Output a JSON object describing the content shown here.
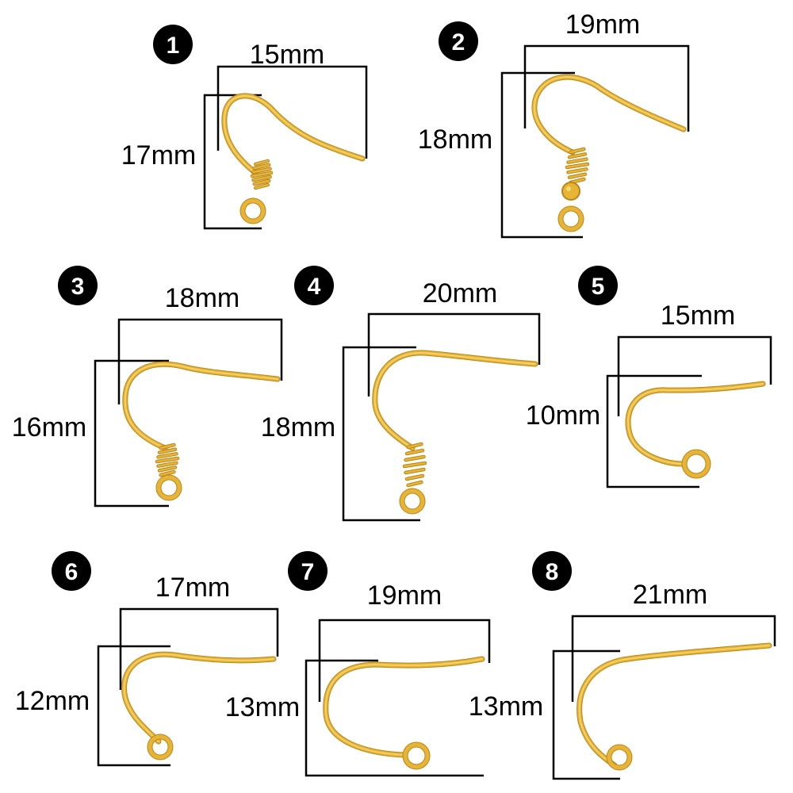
{
  "colors": {
    "background": "#ffffff",
    "gold": "#e7b435",
    "gold_dark": "#b7861c",
    "gold_light": "#f6d774",
    "ink": "#000000"
  },
  "hooks": [
    {
      "number": "1",
      "width": "15mm",
      "height": "17mm",
      "style": "coil-loop"
    },
    {
      "number": "2",
      "width": "19mm",
      "height": "18mm",
      "style": "coil-ball-loop"
    },
    {
      "number": "3",
      "width": "18mm",
      "height": "16mm",
      "style": "coil-loop"
    },
    {
      "number": "4",
      "width": "20mm",
      "height": "18mm",
      "style": "coil-loop"
    },
    {
      "number": "5",
      "width": "15mm",
      "height": "10mm",
      "style": "plain-loop"
    },
    {
      "number": "6",
      "width": "17mm",
      "height": "12mm",
      "style": "plain-loop"
    },
    {
      "number": "7",
      "width": "19mm",
      "height": "13mm",
      "style": "plain-loop"
    },
    {
      "number": "8",
      "width": "21mm",
      "height": "13mm",
      "style": "plain-loop"
    }
  ]
}
